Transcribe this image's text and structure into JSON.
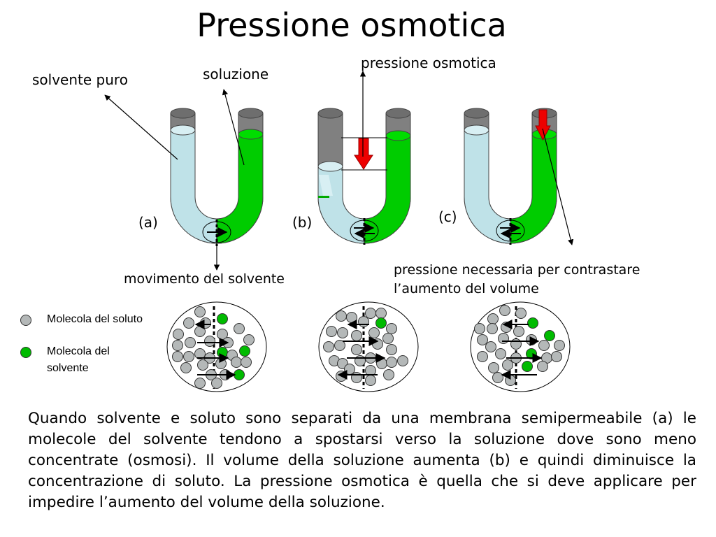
{
  "title": "Pressione osmotica",
  "labels": {
    "pure_solvent": "solvente puro",
    "solution": "soluzione",
    "osmotic_pressure": "pressione osmotica",
    "solvent_movement": "movimento del solvente",
    "pressure_needed_line1": "pressione necessaria per contrastare",
    "pressure_needed_line2": "l’aumento del volume",
    "panel_a": "(a)",
    "panel_b": "(b)",
    "panel_c": "(c)"
  },
  "legend": {
    "solute": "Molecola del soluto",
    "solvent_line1": "Molecola del",
    "solvent_line2": "solvente"
  },
  "paragraph": "Quando solvente e soluto sono separati da una membrana semipermeabile (a) le molecole del solvente tendono a spostarsi verso la soluzione dove sono meno concentrate (osmosi). Il volume della soluzione aumenta (b) e quindi diminuisce la concentrazione di soluto. La pressione osmotica è quella che si deve applicare per impedire l’aumento del volume della soluzione.",
  "colors": {
    "solvent": "#bfe2e8",
    "solution": "#00cc00",
    "tube_empty": "#808080",
    "pressure_arrow": "#ee0000",
    "solute_molecule": "#b4b8b8",
    "solvent_molecule": "#00bb00"
  },
  "icons": [
    "arrow-icon",
    "membrane-icon"
  ]
}
